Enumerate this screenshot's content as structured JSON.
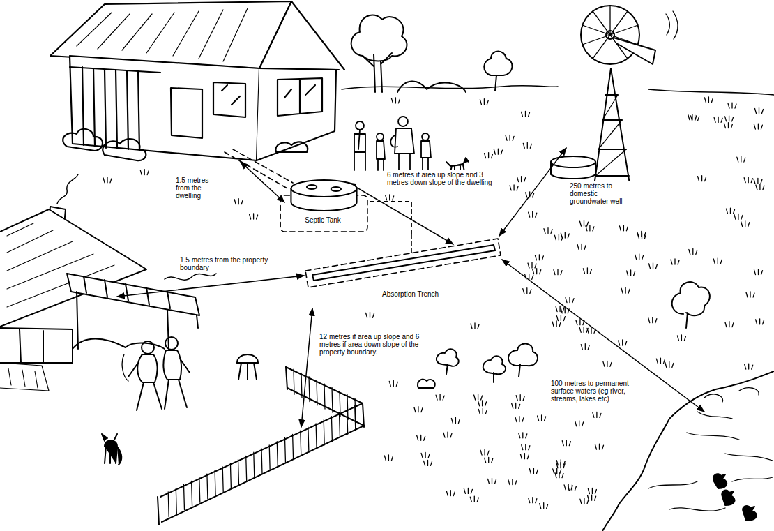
{
  "diagram": {
    "nodes": [
      {
        "text": [
          "Septic Tank"
        ]
      },
      {
        "text": [
          "Absorption Trench"
        ]
      }
    ],
    "edges": [
      {
        "from": 0,
        "to": 1,
        "arrow": "none"
      }
    ],
    "labels": [
      "1.5 metres from the dwelling",
      "6 metres if area up slope and 3 metres down slope of the dwelling",
      "250 metres to domestic groundwater well",
      "1.5 metres from the property boundary",
      "12 metres if area up slope and 6 metres if area down slope of the property boundary.",
      "100 metres to permanent surface waters (eg river, streams, lakes etc)"
    ]
  }
}
